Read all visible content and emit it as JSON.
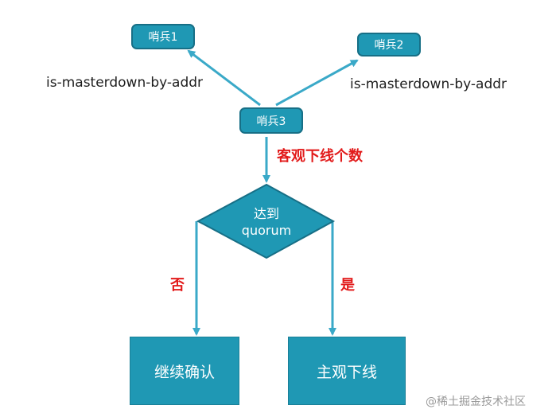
{
  "nodes": {
    "sentinel1": "哨兵1",
    "sentinel2": "哨兵2",
    "sentinel3": "哨兵3",
    "decision_line1": "达到",
    "decision_line2": "quorum",
    "fail_box": "继续确认",
    "success_box": "主观下线"
  },
  "labels": {
    "cmd_left": "is-masterdown-by-addr",
    "cmd_right": "is-masterdown-by-addr",
    "objective_count": "客观下线个数",
    "no": "否",
    "yes": "是"
  },
  "watermark": "@稀土掘金技术社区",
  "colors": {
    "node_fill": "#1f98b4",
    "node_border": "#176f86",
    "arrow": "#3aa9c8",
    "highlight_text": "#e21b1b"
  }
}
